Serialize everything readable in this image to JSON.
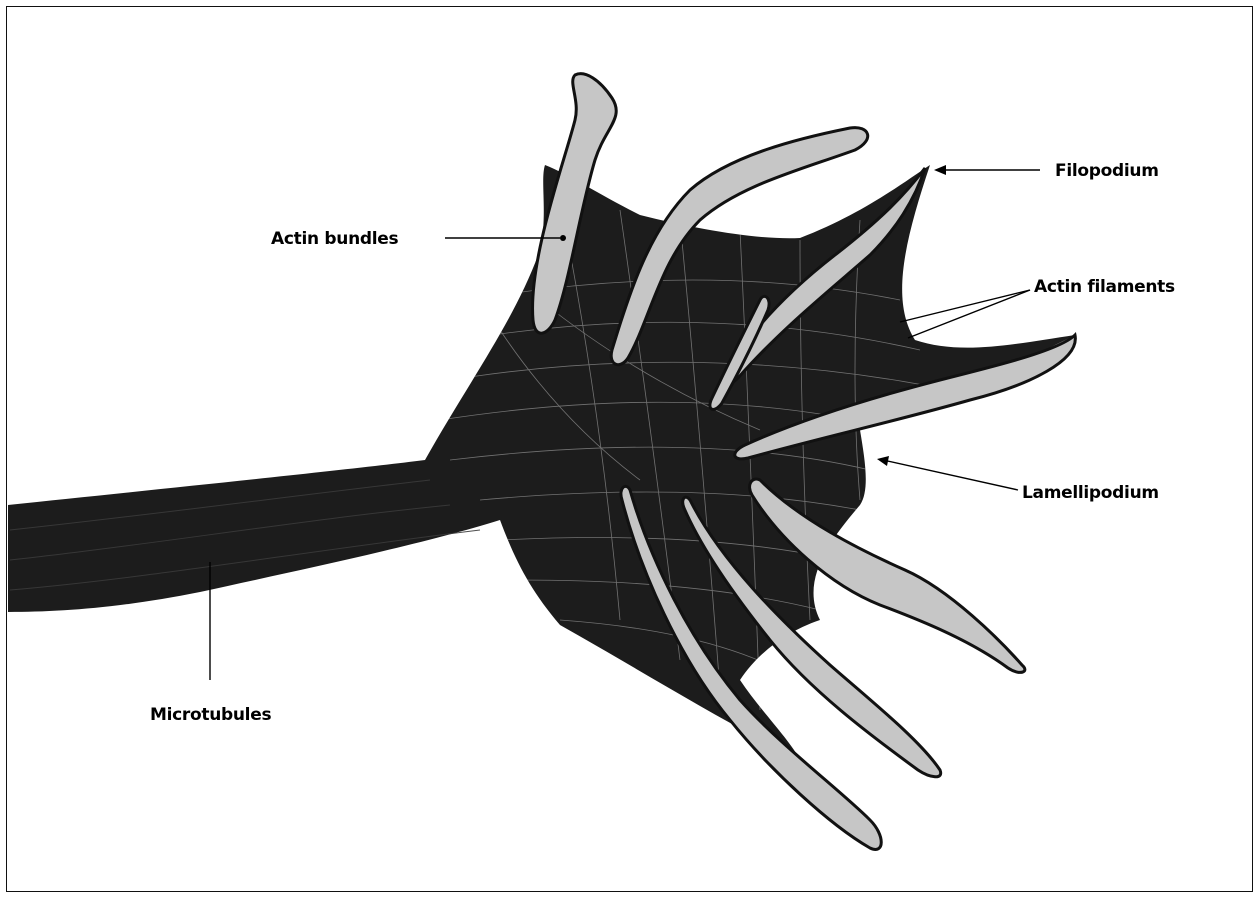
{
  "figure": {
    "labels": {
      "actin_bundles": "Actin bundles",
      "filopodium": "Filopodium",
      "actin_filaments": "Actin filaments",
      "lamellipodium": "Lamellipodium",
      "microtubules": "Microtubules"
    }
  },
  "colors": {
    "cell_body": "#1c1c1c",
    "bundle_fill": "#c6c6c6",
    "filament_mesh": "#8f8f8f",
    "background": "#ffffff",
    "frame": "#111111"
  }
}
